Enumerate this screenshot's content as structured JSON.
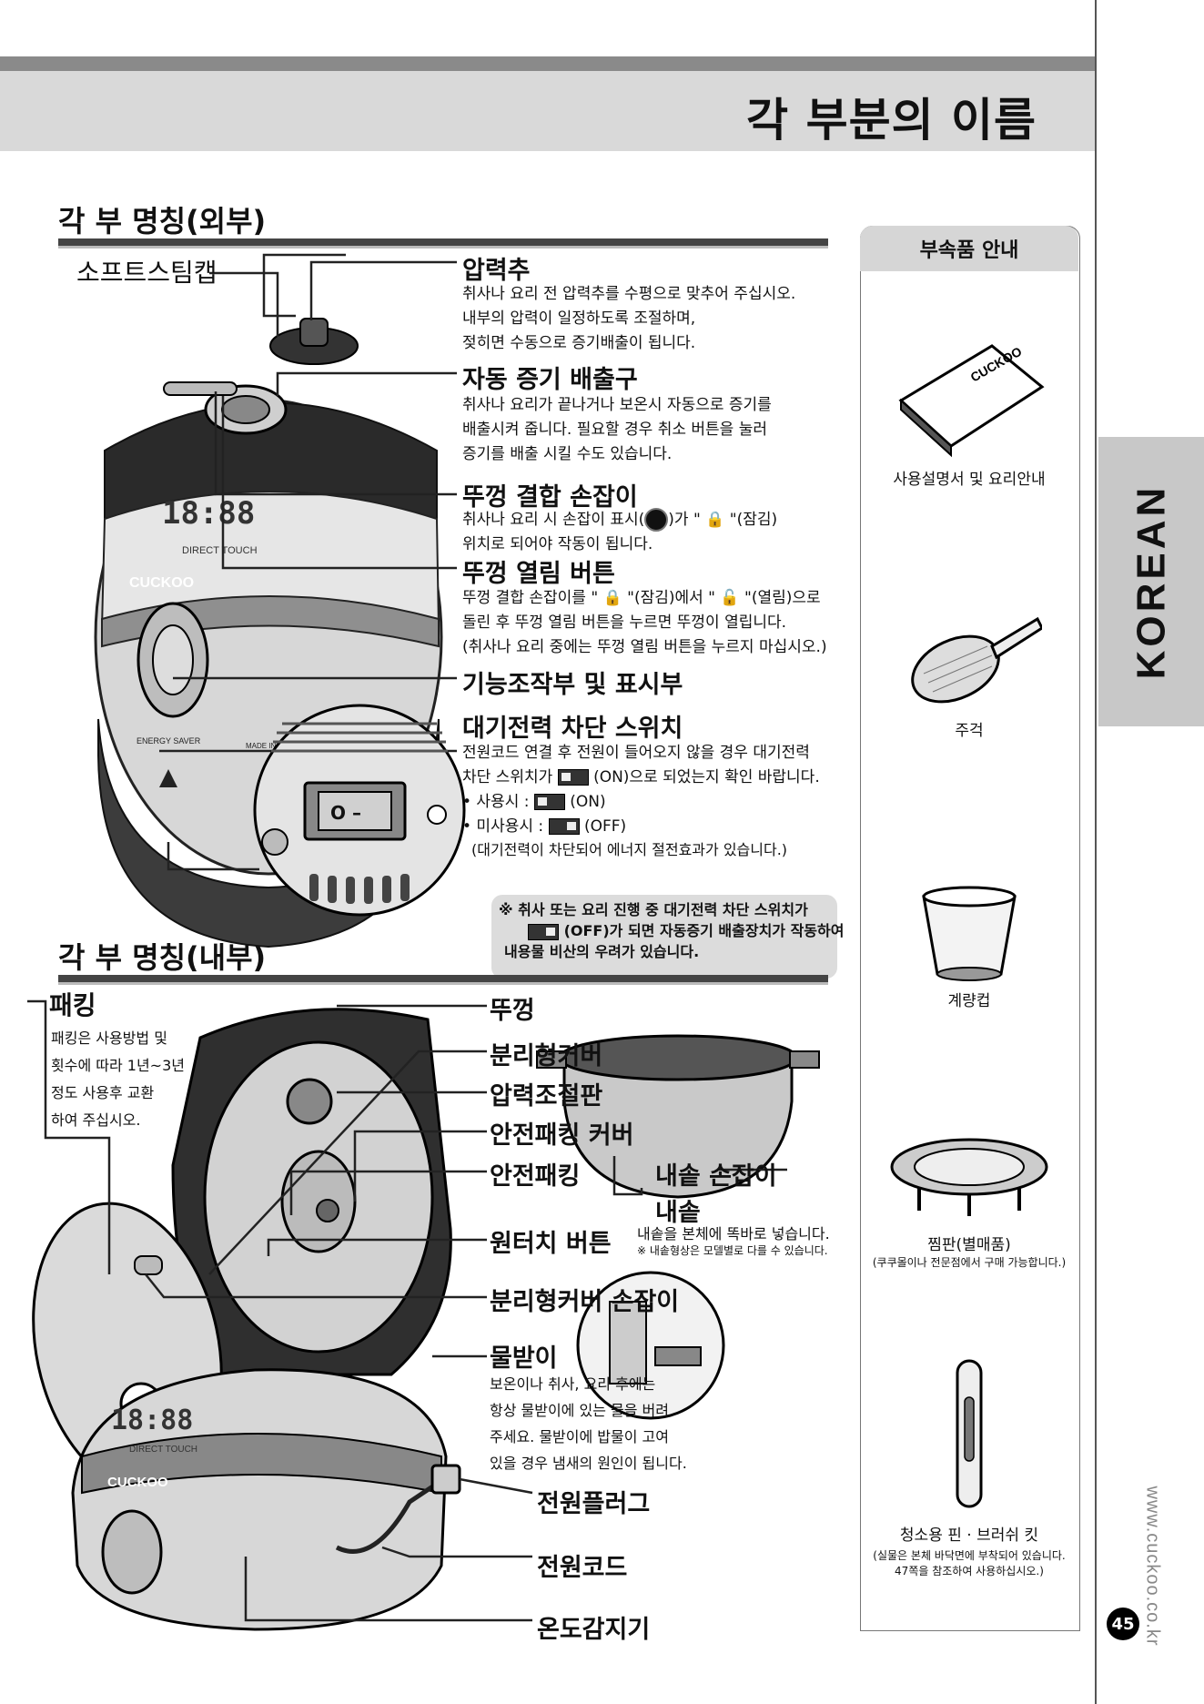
{
  "page": {
    "title": "각 부분의 이름",
    "language_tab": "KOREAN",
    "website": "www.cuckoo.co.kr",
    "page_number": "45"
  },
  "exterior": {
    "heading": "각 부 명칭(외부)",
    "soft_steam_cap": "소프트스팀캡",
    "pressure_weight": {
      "title": "압력추",
      "lines": [
        "취사나 요리 전 압력추를 수평으로 맞추어 주십시오.",
        "내부의 압력이 일정하도록 조절하며,",
        "젖히면 수동으로 증기배출이 됩니다."
      ]
    },
    "auto_steam_vent": {
      "title": "자동 증기 배출구",
      "lines": [
        "취사나 요리가 끝나거나 보온시 자동으로 증기를",
        "배출시켜 줍니다. 필요할 경우 취소 버튼을 눌러",
        "증기를 배출 시킬 수도 있습니다."
      ]
    },
    "lid_handle": {
      "title": "뚜껑 결합 손잡이",
      "line1_a": "취사나 요리 시 손잡이 표시(",
      "line1_b": ")가 \" ",
      "line1_c": " \"(잠김)",
      "line2": "위치로 되어야 작동이 됩니다."
    },
    "lid_open_button": {
      "title": "뚜껑 열림 버튼",
      "line1_a": "뚜껑 결합 손잡이를 \" ",
      "line1_b": " \"(잠김)에서 \" ",
      "line1_c": " \"(열림)으로",
      "lines": [
        "돌린 후 뚜껑 열림 버튼을 누르면 뚜껑이 열립니다.",
        "(취사나 요리 중에는 뚜껑 열림 버튼을 누르지 마십시오.)"
      ]
    },
    "control_panel": {
      "title": "기능조작부 및 표시부"
    },
    "standby_switch": {
      "title": "대기전력 차단 스위치",
      "line1": "전원코드 연결 후 전원이 들어오지 않을 경우 대기전력",
      "line2_a": "차단 스위치가",
      "line2_b": "(ON)으로 되었는지 확인 바랍니다.",
      "use_a": "• 사용시 :",
      "use_b": "(ON)",
      "nouse_a": "• 미사용시 :",
      "nouse_b": "(OFF)",
      "line_last": "(대기전력이 차단되어 에너지 절전효과가 있습니다.)"
    },
    "note": {
      "line1": "※ 취사 또는 요리 진행 중 대기전력 차단 스위치가",
      "line2": "(OFF)가  되면 자동증기 배출장치가 작동하여",
      "line3": "내용물 비산의 우려가 있습니다."
    },
    "cooker_panel": {
      "brand": "CUCKOO",
      "display": "18:88",
      "direct_touch": "DIRECT TOUCH",
      "energy_saver": "ENERGY SAVER",
      "made_in": "MADE IN KOREA",
      "switch_label": "O –"
    }
  },
  "interior": {
    "heading": "각 부 명칭(내부)",
    "packing": {
      "title": "패킹",
      "lines": [
        "패킹은 사용방법 및",
        "횟수에 따라 1년~3년",
        "정도 사용후 교환",
        "하여 주십시오."
      ]
    },
    "lid": "뚜껑",
    "detachable_cover": "분리형커버",
    "pressure_plate": "압력조절판",
    "safety_packing_cover": "안전패킹 커버",
    "safety_packing": "안전패킹",
    "one_touch_button": "원터치 버튼",
    "detachable_cover_handle": "분리형커버 손잡이",
    "inner_pot_handle": "내솥 손잡이",
    "inner_pot": {
      "title": "내솥",
      "line1": "내솥을 본체에 똑바로 넣습니다.",
      "line2": "※ 내솥형상은 모델별로 다를 수 있습니다."
    },
    "water_tray": {
      "title": "물받이",
      "lines": [
        "보온이나 취사, 요리 후에는",
        "항상 물받이에 있는 물을 버려",
        "주세요. 물받이에 밥물이 고여",
        "있을 경우 냄새의 원인이 됩니다."
      ]
    },
    "power_plug": "전원플러그",
    "power_cord": "전원코드",
    "temp_sensor": "온도감지기"
  },
  "accessories": {
    "title": "부속품 안내",
    "manual_cover": "CUCKOO",
    "items": [
      {
        "name": "사용설명서 및 요리안내"
      },
      {
        "name": "주걱"
      },
      {
        "name": "계량컵"
      },
      {
        "name": "찜판(별매품)",
        "note": "(쿠쿠몰이나 전문점에서 구매 가능합니다.)"
      },
      {
        "name": "청소용 핀 · 브러쉬 킷",
        "note": "(실물은 본체 바닥면에 부착되어 있습니다.",
        "note2": "47쪽을 참조하여 사용하십시오.)"
      }
    ]
  }
}
